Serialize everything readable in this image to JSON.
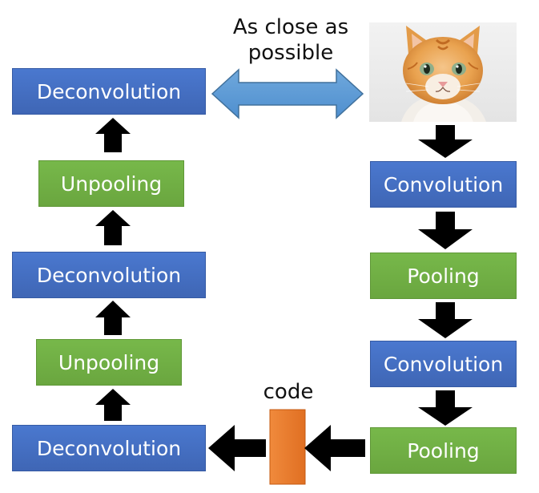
{
  "top_label_line1": "As close as",
  "top_label_line2": "possible",
  "code_label": "code",
  "decoder": {
    "deconv_top": "Deconvolution",
    "unpool_upper": "Unpooling",
    "deconv_middle": "Deconvolution",
    "unpool_lower": "Unpooling",
    "deconv_bottom": "Deconvolution"
  },
  "encoder": {
    "conv_first": "Convolution",
    "pool_first": "Pooling",
    "conv_second": "Convolution",
    "pool_second": "Pooling"
  },
  "colors": {
    "conv_blue": "#4472c4",
    "pool_green": "#70ad47",
    "code_orange": "#ed7d31",
    "double_arrow_blue": "#5b9bd5"
  },
  "image": {
    "icon": "kitten-photo"
  }
}
